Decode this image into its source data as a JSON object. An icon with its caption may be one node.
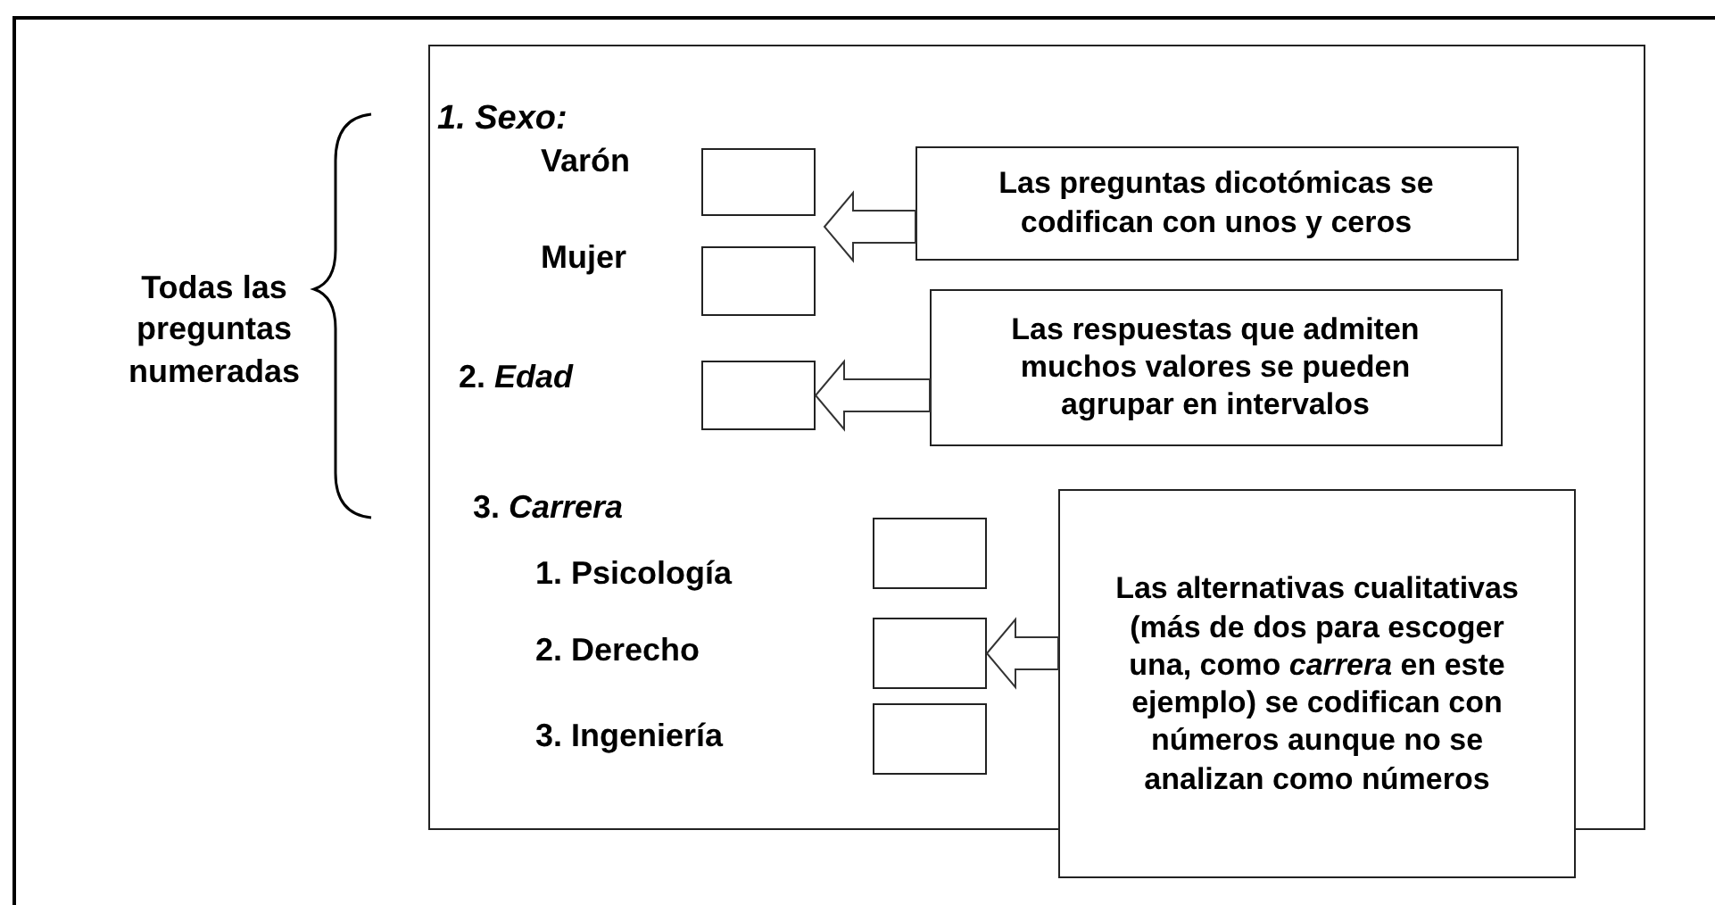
{
  "diagram": {
    "nodes": [
      {
        "text": [],
        "shape": "box"
      },
      {
        "text": [],
        "shape": "box",
        "in": 0
      },
      {
        "text": [
          "Las preguntas dicotómicas se codifican con unos y ceros"
        ],
        "in": 0
      },
      {
        "text": [],
        "shape": "box",
        "in": 0
      },
      {
        "text": [
          "Las respuestas que admiten muchos valores se pueden agrupar en intervalos"
        ],
        "in": 0
      },
      {
        "text": [],
        "shape": "box",
        "in": 0
      },
      {
        "text": [
          "Las alternativas cualitativas (más de dos para escoger una, como *carrera* en este ejemplo) se codifican con números aunque no se analizan como números"
        ]
      },
      {
        "text": [],
        "shape": "box",
        "in": 0
      },
      {
        "text": [],
        "shape": "box",
        "in": 0
      },
      {
        "text": [],
        "shape": "box",
        "in": 0
      }
    ],
    "edges": [
      {
        "from": 2,
        "to": null,
        "arrow": "to"
      },
      {
        "from": 4,
        "to": 5,
        "arrow": "to"
      },
      {
        "from": 6,
        "to": 8,
        "arrow": "to"
      }
    ],
    "labels": [
      "Todas las preguntas numeradas",
      "1.  Sexo:",
      "Varón",
      "Mujer",
      "2. *Edad*",
      "3. *Carrera*",
      "1. Psicología",
      "2. Derecho",
      "3. Ingeniería"
    ]
  }
}
